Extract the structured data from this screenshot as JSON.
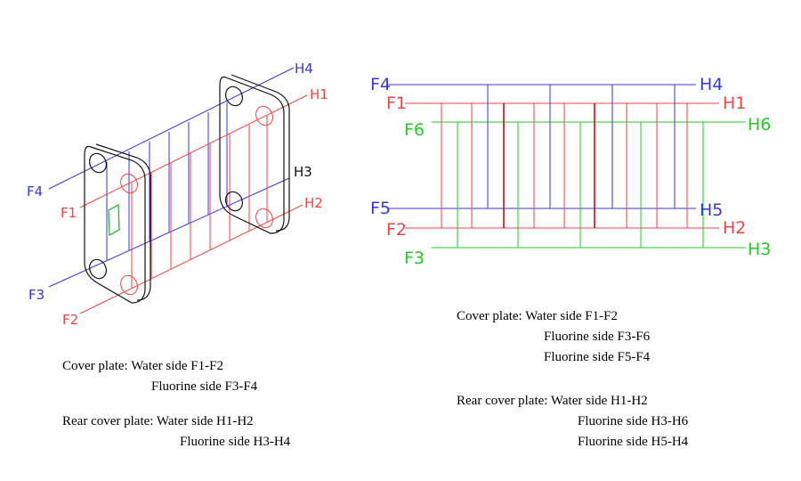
{
  "colors": {
    "water": "#ef4444",
    "water_dark": "#c00000",
    "fluorine": "#3636e0",
    "fluorine_alt": "#22cc22",
    "outline": "#111111"
  },
  "left_diagram": {
    "labels": {
      "H4": "H4",
      "H1": "H1",
      "H3": "H3",
      "H2": "H2",
      "F4": "F4",
      "F1": "F1",
      "F3": "F3",
      "F2": "F2"
    }
  },
  "right_diagram": {
    "labels": {
      "F4": "F4",
      "F1": "F1",
      "F6": "F6",
      "F5": "F5",
      "F2": "F2",
      "F3": "F3",
      "H4": "H4",
      "H1": "H1",
      "H6": "H6",
      "H5": "H5",
      "H2": "H2",
      "H3": "H3"
    }
  },
  "left_caption": {
    "cover_label": "Cover plate: Water side F1-F2",
    "cover_line2": "Fluorine side F3-F4",
    "rear_label": "Rear cover plate: Water side H1-H2",
    "rear_line2": "Fluorine side H3-H4"
  },
  "right_caption": {
    "cover_label": "Cover plate: Water side F1-F2",
    "cover_line2": "Fluorine side F3-F6",
    "cover_line3": "Fluorine side F5-F4",
    "rear_label": "Rear cover plate: Water side H1-H2",
    "rear_line2": "Fluorine side H3-H6",
    "rear_line3": "Fluorine side H5-H4"
  }
}
